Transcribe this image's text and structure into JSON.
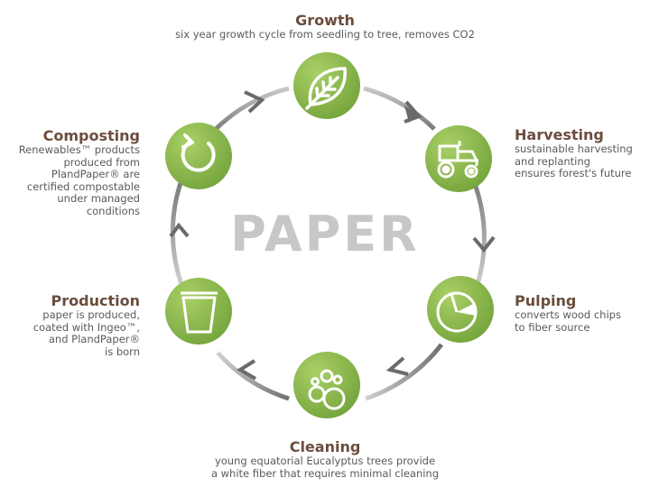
{
  "center_label": "PAPER",
  "colors": {
    "green_light": "#9cc95a",
    "green_dark": "#6e9e36",
    "ring_light": "#d0d0d0",
    "ring_dark": "#7a7a7a",
    "title_brown": "#6b4d3d"
  },
  "stages": {
    "growth": {
      "title": "Growth",
      "lines": [
        "six year growth cycle from seedling to tree, removes CO2"
      ],
      "icon": "leaf-icon"
    },
    "harvesting": {
      "title": "Harvesting",
      "lines": [
        "sustainable harvesting",
        "and replanting",
        "ensures forest's future"
      ],
      "icon": "tractor-icon"
    },
    "pulping": {
      "title": "Pulping",
      "lines": [
        "converts wood chips",
        "to fiber source"
      ],
      "icon": "pie-slice-icon"
    },
    "cleaning": {
      "title": "Cleaning",
      "lines": [
        "young equatorial Eucalyptus trees provide",
        "a white fiber that requires minimal cleaning"
      ],
      "icon": "bubbles-icon"
    },
    "production": {
      "title": "Production",
      "lines": [
        "paper is produced,",
        "coated with Ingeo™,",
        "and PlandPaper®",
        "is born"
      ],
      "icon": "cup-icon"
    },
    "composting": {
      "title": "Composting",
      "lines": [
        "Renewables™ products",
        "produced from",
        "PlandPaper® are",
        "certified compostable",
        "under managed",
        "conditions"
      ],
      "icon": "recycle-arrow-icon"
    }
  }
}
